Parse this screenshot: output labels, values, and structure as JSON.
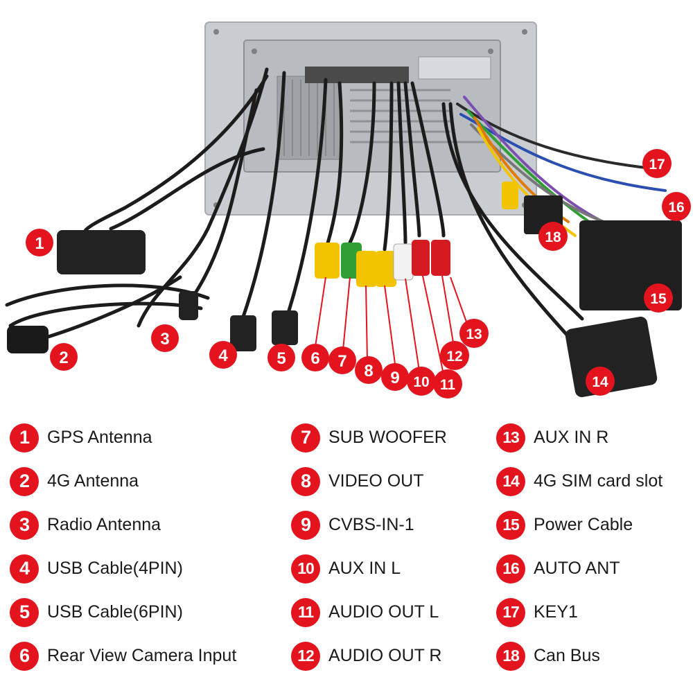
{
  "diagram": {
    "callouts": [
      {
        "num": "1"
      },
      {
        "num": "2"
      },
      {
        "num": "3"
      },
      {
        "num": "4"
      },
      {
        "num": "5"
      },
      {
        "num": "6"
      },
      {
        "num": "7"
      },
      {
        "num": "8"
      },
      {
        "num": "9"
      },
      {
        "num": "10"
      },
      {
        "num": "11"
      },
      {
        "num": "12"
      },
      {
        "num": "13"
      },
      {
        "num": "14"
      },
      {
        "num": "15"
      },
      {
        "num": "16"
      },
      {
        "num": "17"
      },
      {
        "num": "18"
      }
    ],
    "colors": {
      "badge": "#e3141d",
      "panel": "#c9ccd0",
      "cable": "#1c1c1c",
      "rca_yellow": "#f2c400",
      "rca_green": "#2e9e35",
      "rca_white": "#f2f2f2",
      "rca_red": "#d51a22"
    }
  },
  "legend": {
    "columns": [
      [
        {
          "num": "1",
          "label": "GPS Antenna"
        },
        {
          "num": "2",
          "label": "4G Antenna"
        },
        {
          "num": "3",
          "label": "Radio Antenna"
        },
        {
          "num": "4",
          "label": "USB Cable(4PIN)"
        },
        {
          "num": "5",
          "label": "USB Cable(6PIN)"
        },
        {
          "num": "6",
          "label": "Rear View Camera Input"
        }
      ],
      [
        {
          "num": "7",
          "label": "SUB WOOFER"
        },
        {
          "num": "8",
          "label": "VIDEO OUT"
        },
        {
          "num": "9",
          "label": "CVBS-IN-1"
        },
        {
          "num": "10",
          "label": "AUX IN L"
        },
        {
          "num": "11",
          "label": "AUDIO OUT L"
        },
        {
          "num": "12",
          "label": "AUDIO OUT R"
        }
      ],
      [
        {
          "num": "13",
          "label": "AUX IN R"
        },
        {
          "num": "14",
          "label": "4G SIM card slot"
        },
        {
          "num": "15",
          "label": "Power Cable"
        },
        {
          "num": "16",
          "label": "AUTO ANT"
        },
        {
          "num": "17",
          "label": "KEY1"
        },
        {
          "num": "18",
          "label": "Can Bus"
        }
      ]
    ]
  }
}
